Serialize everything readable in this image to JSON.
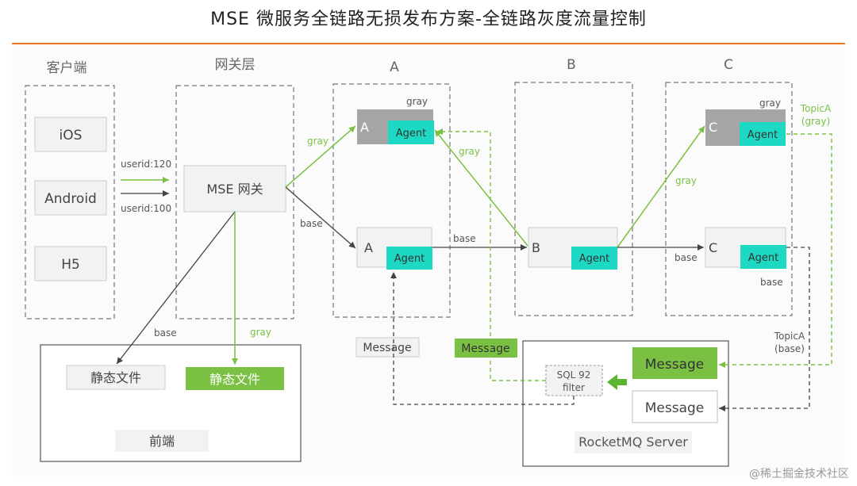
{
  "title": "MSE 微服务全链路无损发布方案-全链路灰度流量控制",
  "watermark": "@稀土掘金技术社区",
  "colors": {
    "accent": "#f0781e",
    "green": "#7ac143",
    "teal": "#1dd9c4",
    "gray_box": "#a6a6a6",
    "dark_line": "#555555"
  },
  "columns": {
    "client": "客户端",
    "gateway": "网关层",
    "a": "A",
    "b": "B",
    "c": "C"
  },
  "client": {
    "ios": "iOS",
    "android": "Android",
    "h5": "H5"
  },
  "gateway": {
    "mse": "MSE 网关"
  },
  "service_a": {
    "gray_label": "A",
    "gray_tag": "gray",
    "base_label": "A"
  },
  "service_b": {
    "base_label": "B"
  },
  "service_c": {
    "gray_label": "C",
    "gray_tag": "gray",
    "base_label": "C",
    "base_tag": "base"
  },
  "agent": "Agent",
  "edges": {
    "userid_120": "userid:120",
    "userid_100": "userid:100",
    "gw_gray": "gray",
    "gw_base": "base",
    "ab_gray": "gray",
    "ab_base": "base",
    "bc_gray": "gray",
    "bc_base": "base",
    "front_base": "base",
    "front_gray": "gray",
    "topic_gray": "TopicA\n(gray)",
    "topic_base": "TopicA\n(base)"
  },
  "frontend": {
    "static_base": "静态文件",
    "static_gray": "静态文件",
    "label": "前端"
  },
  "messages": {
    "msg_base": "Message",
    "msg_gray": "Message"
  },
  "rocketmq": {
    "msg_gray": "Message",
    "msg_base": "Message",
    "filter_line1": "SQL 92",
    "filter_line2": "filter",
    "label": "RocketMQ Server"
  }
}
